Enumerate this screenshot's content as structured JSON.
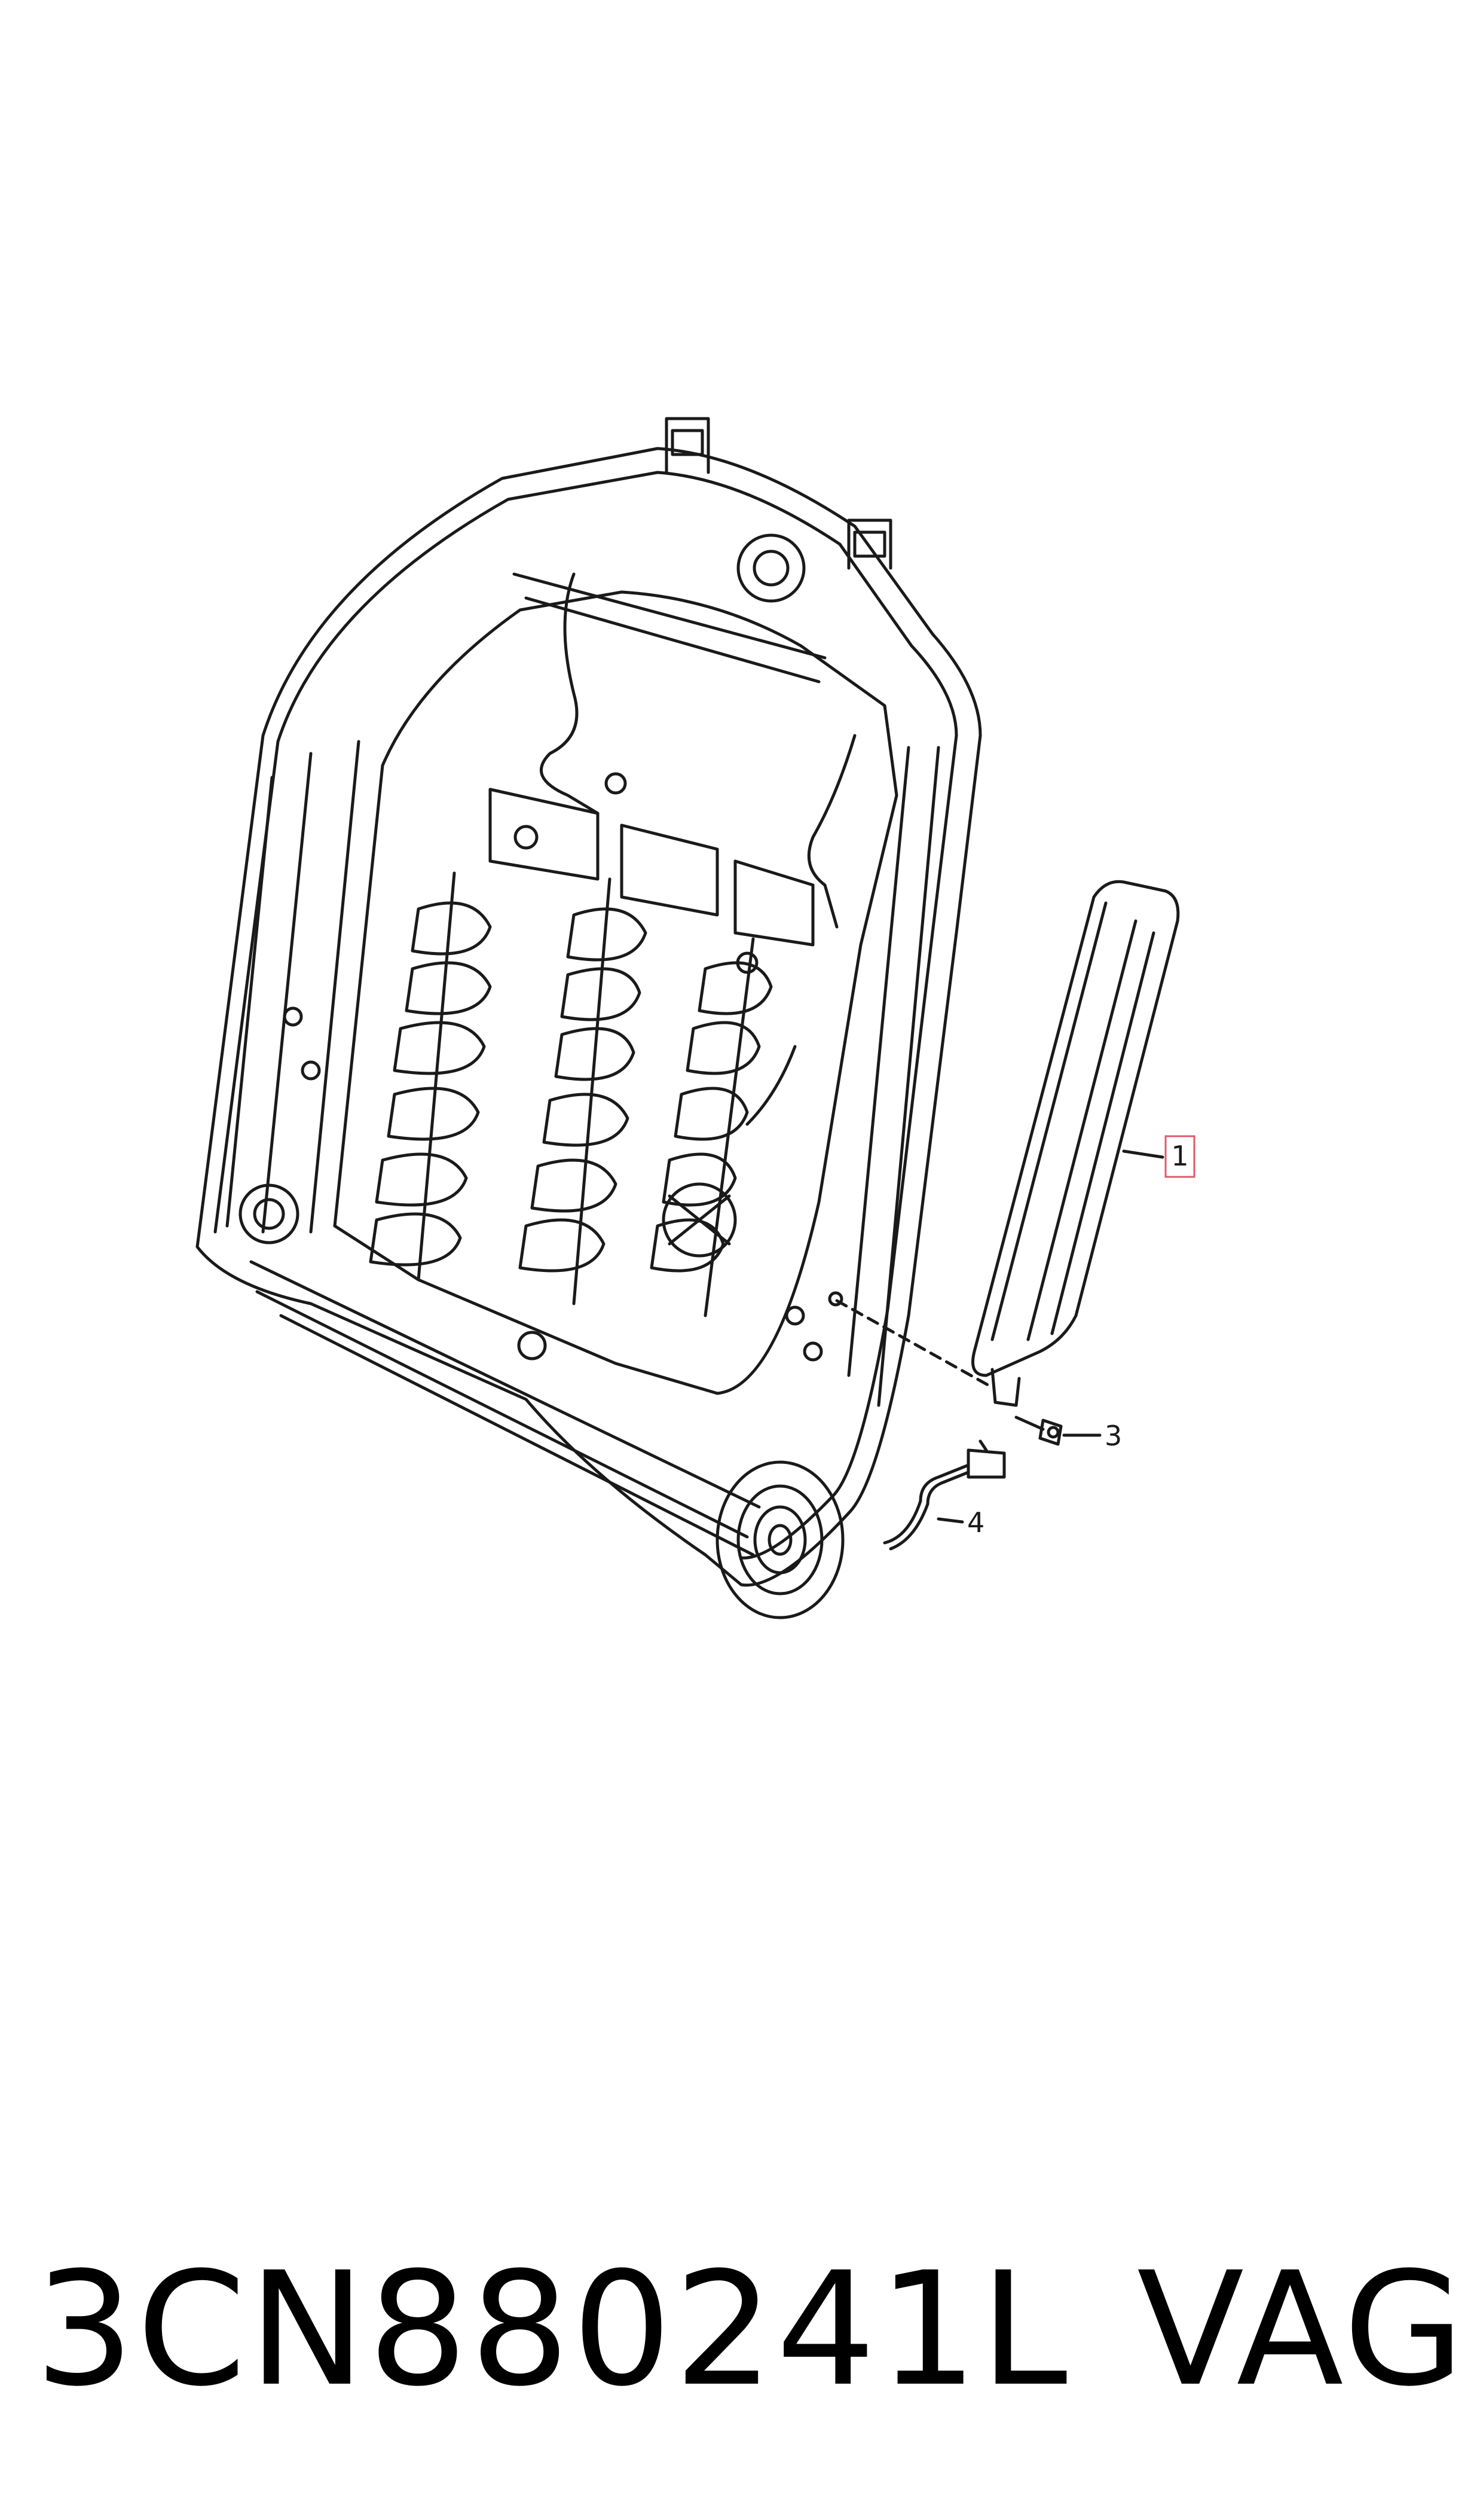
{
  "diagram": {
    "callouts": [
      {
        "id": "callout-1",
        "label": "1",
        "highlighted": true,
        "highlight_color": "#e05a6a"
      },
      {
        "id": "callout-3",
        "label": "3"
      },
      {
        "id": "callout-4",
        "label": "4"
      }
    ]
  },
  "footer": {
    "part_number": "3CN880241L",
    "brand": "VAG"
  },
  "colors": {
    "line": "#1a1a1a",
    "background": "#ffffff",
    "callout_highlight": "#e05a6a"
  }
}
